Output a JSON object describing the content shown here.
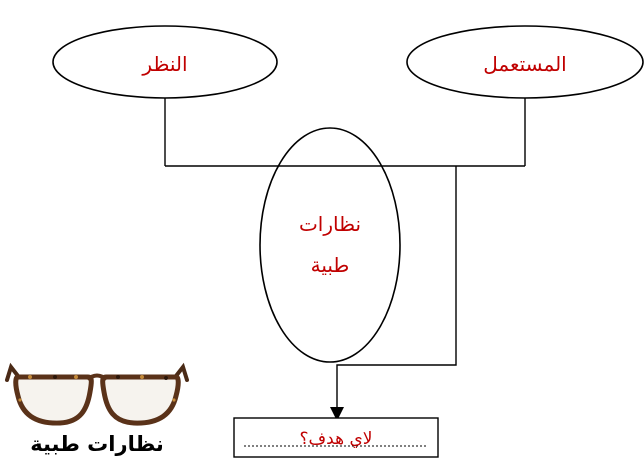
{
  "nodes": {
    "vision": "النظر",
    "user": "المستعمل",
    "glasses_line1": "نظارات",
    "glasses_line2": "طبية"
  },
  "goal": {
    "text": "لاي هدف؟"
  },
  "image_caption": "نظارات طبية"
}
